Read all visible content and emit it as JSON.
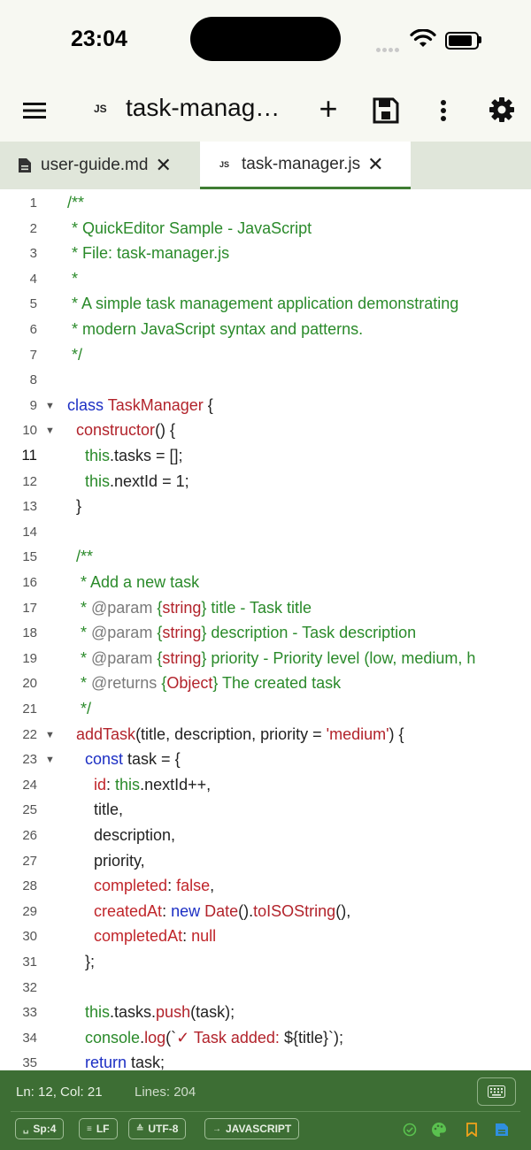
{
  "status": {
    "time": "23:04"
  },
  "toolbar": {
    "file_badge": "JS",
    "file_title": "task-manag…",
    "plus": "+"
  },
  "tabs": [
    {
      "label": "user-guide.md",
      "close": "✕"
    },
    {
      "badge": "JS",
      "label": "task-manager.js",
      "close": "✕"
    }
  ],
  "editor": {
    "current_line": 11,
    "lines": [
      {
        "n": "1",
        "fold": "",
        "tokens": [
          [
            "cm",
            "/**"
          ]
        ]
      },
      {
        "n": "2",
        "fold": "",
        "tokens": [
          [
            "cm",
            " * QuickEditor Sample - JavaScript"
          ]
        ]
      },
      {
        "n": "3",
        "fold": "",
        "tokens": [
          [
            "cm",
            " * File: task-manager.js"
          ]
        ]
      },
      {
        "n": "4",
        "fold": "",
        "tokens": [
          [
            "cm",
            " *"
          ]
        ]
      },
      {
        "n": "5",
        "fold": "",
        "tokens": [
          [
            "cm",
            " * A simple task management application demonstrating"
          ]
        ]
      },
      {
        "n": "6",
        "fold": "",
        "tokens": [
          [
            "cm",
            " * modern JavaScript syntax and patterns."
          ]
        ]
      },
      {
        "n": "7",
        "fold": "",
        "tokens": [
          [
            "cm",
            " */"
          ]
        ]
      },
      {
        "n": "8",
        "fold": "",
        "tokens": []
      },
      {
        "n": "9",
        "fold": "▼",
        "tokens": [
          [
            "kw",
            "class "
          ],
          [
            "cls",
            "TaskManager"
          ],
          [
            "df",
            " {"
          ]
        ]
      },
      {
        "n": "10",
        "fold": "▼",
        "tokens": [
          [
            "df",
            "  "
          ],
          [
            "fn",
            "constructor"
          ],
          [
            "df",
            "() {"
          ]
        ]
      },
      {
        "n": "11",
        "fold": "",
        "tokens": [
          [
            "df",
            "    "
          ],
          [
            "this",
            "this"
          ],
          [
            "df",
            ".tasks = [];"
          ]
        ]
      },
      {
        "n": "12",
        "fold": "",
        "tokens": [
          [
            "df",
            "    "
          ],
          [
            "this",
            "this"
          ],
          [
            "df",
            ".nextId = 1;"
          ]
        ]
      },
      {
        "n": "13",
        "fold": "",
        "tokens": [
          [
            "df",
            "  }"
          ]
        ]
      },
      {
        "n": "14",
        "fold": "",
        "tokens": []
      },
      {
        "n": "15",
        "fold": "",
        "tokens": [
          [
            "cm",
            "  /**"
          ]
        ]
      },
      {
        "n": "16",
        "fold": "",
        "tokens": [
          [
            "cm",
            "   * Add a new task"
          ]
        ]
      },
      {
        "n": "17",
        "fold": "",
        "tokens": [
          [
            "cm",
            "   * "
          ],
          [
            "doc",
            "@param"
          ],
          [
            "cm",
            " {"
          ],
          [
            "cls",
            "string"
          ],
          [
            "cm",
            "} title - Task title"
          ]
        ]
      },
      {
        "n": "18",
        "fold": "",
        "tokens": [
          [
            "cm",
            "   * "
          ],
          [
            "doc",
            "@param"
          ],
          [
            "cm",
            " {"
          ],
          [
            "cls",
            "string"
          ],
          [
            "cm",
            "} description - Task description"
          ]
        ]
      },
      {
        "n": "19",
        "fold": "",
        "tokens": [
          [
            "cm",
            "   * "
          ],
          [
            "doc",
            "@param"
          ],
          [
            "cm",
            " {"
          ],
          [
            "cls",
            "string"
          ],
          [
            "cm",
            "} priority - Priority level (low, medium, h"
          ]
        ]
      },
      {
        "n": "20",
        "fold": "",
        "tokens": [
          [
            "cm",
            "   * "
          ],
          [
            "doc",
            "@returns"
          ],
          [
            "cm",
            " {"
          ],
          [
            "cls",
            "Object"
          ],
          [
            "cm",
            "} The created task"
          ]
        ]
      },
      {
        "n": "21",
        "fold": "",
        "tokens": [
          [
            "cm",
            "   */"
          ]
        ]
      },
      {
        "n": "22",
        "fold": "▼",
        "tokens": [
          [
            "df",
            "  "
          ],
          [
            "fn",
            "addTask"
          ],
          [
            "df",
            "(title, description, priority = "
          ],
          [
            "str",
            "'medium'"
          ],
          [
            "df",
            ") {"
          ]
        ]
      },
      {
        "n": "23",
        "fold": "▼",
        "tokens": [
          [
            "df",
            "    "
          ],
          [
            "kw",
            "const"
          ],
          [
            "df",
            " task = {"
          ]
        ]
      },
      {
        "n": "24",
        "fold": "",
        "tokens": [
          [
            "df",
            "      "
          ],
          [
            "prop",
            "id"
          ],
          [
            "df",
            ": "
          ],
          [
            "this",
            "this"
          ],
          [
            "df",
            ".nextId++,"
          ]
        ]
      },
      {
        "n": "25",
        "fold": "",
        "tokens": [
          [
            "df",
            "      title,"
          ]
        ]
      },
      {
        "n": "26",
        "fold": "",
        "tokens": [
          [
            "df",
            "      description,"
          ]
        ]
      },
      {
        "n": "27",
        "fold": "",
        "tokens": [
          [
            "df",
            "      priority,"
          ]
        ]
      },
      {
        "n": "28",
        "fold": "",
        "tokens": [
          [
            "df",
            "      "
          ],
          [
            "prop",
            "completed"
          ],
          [
            "df",
            ": "
          ],
          [
            "prop",
            "false"
          ],
          [
            "df",
            ","
          ]
        ]
      },
      {
        "n": "29",
        "fold": "",
        "tokens": [
          [
            "df",
            "      "
          ],
          [
            "prop",
            "createdAt"
          ],
          [
            "df",
            ": "
          ],
          [
            "kw",
            "new"
          ],
          [
            "df",
            " "
          ],
          [
            "cls",
            "Date"
          ],
          [
            "df",
            "()."
          ],
          [
            "fn",
            "toISOString"
          ],
          [
            "df",
            "(),"
          ]
        ]
      },
      {
        "n": "30",
        "fold": "",
        "tokens": [
          [
            "df",
            "      "
          ],
          [
            "prop",
            "completedAt"
          ],
          [
            "df",
            ": "
          ],
          [
            "prop",
            "null"
          ]
        ]
      },
      {
        "n": "31",
        "fold": "",
        "tokens": [
          [
            "df",
            "    };"
          ]
        ]
      },
      {
        "n": "32",
        "fold": "",
        "tokens": []
      },
      {
        "n": "33",
        "fold": "",
        "tokens": [
          [
            "df",
            "    "
          ],
          [
            "this",
            "this"
          ],
          [
            "df",
            ".tasks."
          ],
          [
            "fn",
            "push"
          ],
          [
            "df",
            "(task);"
          ]
        ]
      },
      {
        "n": "34",
        "fold": "",
        "tokens": [
          [
            "df",
            "    "
          ],
          [
            "this",
            "console"
          ],
          [
            "df",
            "."
          ],
          [
            "fn",
            "log"
          ],
          [
            "df",
            "(`"
          ],
          [
            "str",
            "✓ Task added: "
          ],
          [
            "df",
            "${title}`);"
          ]
        ]
      },
      {
        "n": "35",
        "fold": "",
        "tokens": [
          [
            "df",
            "    "
          ],
          [
            "kw",
            "return"
          ],
          [
            "df",
            " task;"
          ]
        ]
      }
    ]
  },
  "bottom": {
    "position": "Ln: 12, Col: 21",
    "lines": "Lines: 204",
    "chips": [
      {
        "icon": "␣",
        "label": "Sp:4"
      },
      {
        "icon": "≡",
        "label": "LF"
      },
      {
        "icon": "≙",
        "label": "UTF-8"
      },
      {
        "icon": "→",
        "label": "JAVASCRIPT"
      }
    ]
  }
}
